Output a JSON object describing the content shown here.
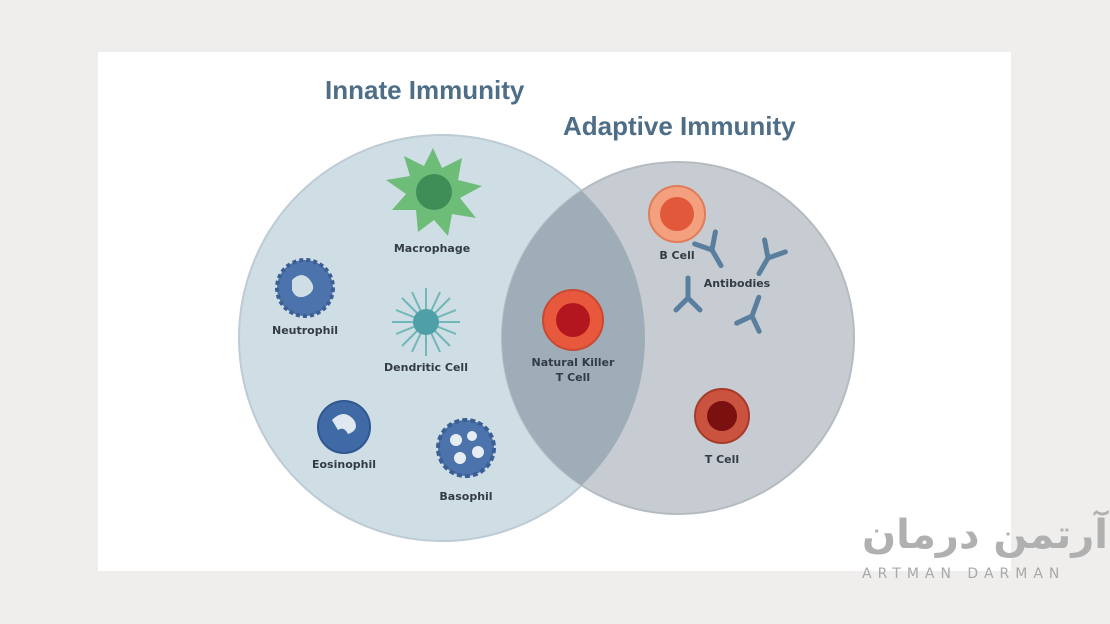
{
  "titles": {
    "innate": "Innate Immunity",
    "adaptive": "Adaptive Immunity"
  },
  "cells": {
    "macrophage": "Macrophage",
    "neutrophil": "Neutrophil",
    "dendritic": "Dendritic Cell",
    "eosinophil": "Eosinophil",
    "basophil": "Basophil",
    "nk_line1": "Natural Killer",
    "nk_line2": "T Cell",
    "bcell": "B Cell",
    "antibodies": "Antibodies",
    "tcell": "T Cell"
  },
  "watermark": {
    "logo": "آرتمن درمان",
    "text": "ARTMAN DARMAN"
  },
  "colors": {
    "innate_circle": "#cfdde5",
    "adaptive_circle": "#c6ccd1",
    "overlap": "#9eadb8",
    "title": "#4e6e87"
  }
}
